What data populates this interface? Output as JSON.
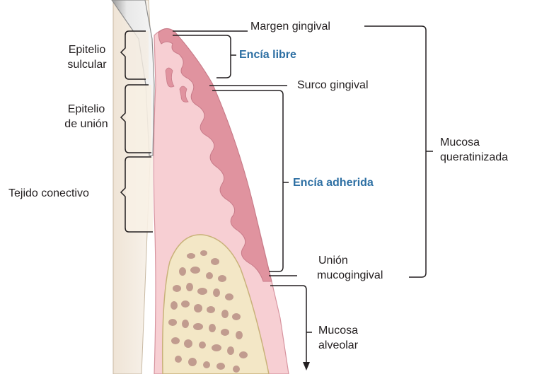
{
  "labels": {
    "margen_gingival": "Margen gingival",
    "encia_libre": "Encía libre",
    "surco_gingival": "Surco gingival",
    "encia_adherida": "Encía adherida",
    "union_mucogingival_1": "Unión",
    "union_mucogingival_2": "mucogingival",
    "mucosa_alveolar_1": "Mucosa",
    "mucosa_alveolar_2": "alveolar",
    "mucosa_queratinizada_1": "Mucosa",
    "mucosa_queratinizada_2": "queratinizada",
    "epitelio_sulcular_1": "Epitelio",
    "epitelio_sulcular_2": "sulcular",
    "epitelio_union_1": "Epitelio",
    "epitelio_union_2": "de unión",
    "tejido_conectivo": "Tejido conectivo"
  },
  "colors": {
    "gingiva": "#f7cfd3",
    "epithelium": "#e0939f",
    "epithelium_edge": "#c77a88",
    "bone": "#f3e7c6",
    "bone_pores": "#b98f86",
    "tooth_enamel": "#e6e6e6",
    "root": "#f4eee6",
    "highlight_tan": "#f7efe3",
    "line": "#231f20",
    "accent_blue": "#2d6fa3"
  }
}
